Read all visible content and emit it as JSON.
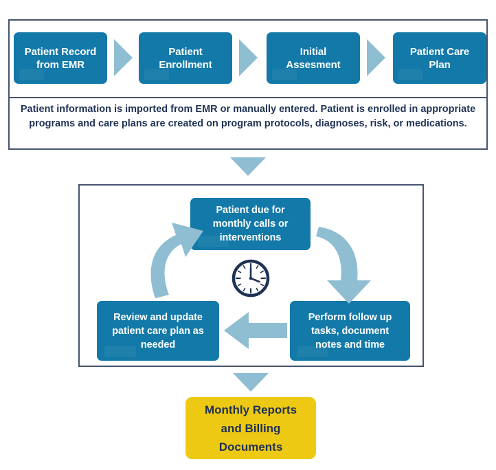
{
  "diagram": {
    "title_semantic": "care-management-workflow",
    "colors": {
      "box_blue": "#1279a8",
      "arrow_light_blue": "#8fbed3",
      "panel_border": "#47536e",
      "text_navy": "#1f3254",
      "accent_yellow": "#edc913",
      "white": "#ffffff"
    },
    "top_process": {
      "steps": [
        {
          "label": "Patient Record\nfrom EMR"
        },
        {
          "label": "Patient\nEnrollment"
        },
        {
          "label": "Initial\nAssesment"
        },
        {
          "label": "Patient Care\nPlan"
        }
      ],
      "connectors": [
        {
          "icon": "chevron-right-icon"
        },
        {
          "icon": "chevron-right-icon"
        },
        {
          "icon": "chevron-right-icon"
        }
      ],
      "description": "Patient information is imported from EMR or manually entered. Patient is enrolled in appropriate programs and care plans are created on program protocols, diagnoses, risk, or medications."
    },
    "flow_down_arrow_1": {
      "icon": "arrow-down-icon"
    },
    "cycle": {
      "center_icon": "clock-icon",
      "steps": [
        {
          "label": "Patient due for\nmonthly calls or\ninterventions"
        },
        {
          "label": "Perform follow up\ntasks, document\nnotes and time"
        },
        {
          "label": "Review and update\npatient care plan as\nneeded"
        }
      ],
      "connectors": [
        {
          "icon": "curved-arrow-down-right-icon"
        },
        {
          "icon": "arrow-left-icon"
        },
        {
          "icon": "curved-arrow-up-right-icon"
        }
      ]
    },
    "flow_down_arrow_2": {
      "icon": "arrow-down-icon"
    },
    "output": {
      "label": "Monthly Reports\nand Billing\nDocuments"
    }
  }
}
